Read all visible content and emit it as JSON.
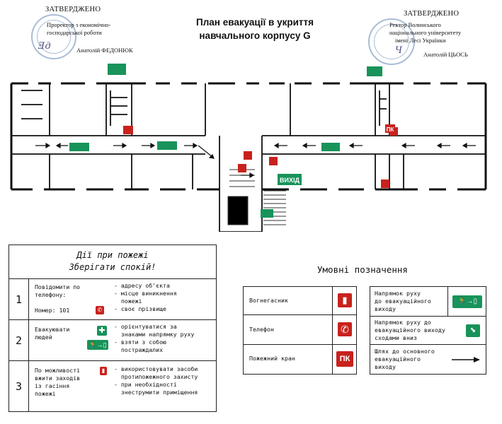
{
  "approval_left": {
    "title": "ЗАТВЕРДЖЕНО",
    "lines": [
      "Проректор з економічно-",
      "господарської роботи",
      "Анатолій ФЕДОНЮК"
    ]
  },
  "approval_right": {
    "title": "ЗАТВЕРДЖЕНО",
    "lines": [
      "Ректор Волинського",
      "національного університету",
      "імені Лесі Українки",
      "Анатолій ЦЬОСЬ"
    ]
  },
  "title": {
    "line1": "План евакуації в укриття",
    "line2": "навчального корпусу G"
  },
  "plan": {
    "exit_label": "ВИХІД",
    "hydrant_label": "ПК"
  },
  "instructions": {
    "header1": "Дії при пожежі",
    "header2": "Зберігати спокій!",
    "rows": [
      {
        "num": "1",
        "desc": [
          "Повідомити по",
          "телефону:",
          "",
          "Номер:  101"
        ],
        "actions": [
          "- адресу об'єкта",
          "- місце виникнення",
          "  пожежі",
          "- своє прізвище"
        ]
      },
      {
        "num": "2",
        "desc": [
          "Евакуювати",
          "людей"
        ],
        "actions": [
          "- орієнтуватися за",
          "  знаками напрямку руху",
          "- взяти з собою",
          "  постраждалих"
        ]
      },
      {
        "num": "3",
        "desc": [
          "По можливості",
          "вжити заходів",
          "із гасіння",
          "пожежі"
        ],
        "actions": [
          "- використовувати засоби",
          "  протипожежного захисту",
          "- при необхідності",
          "  знеструмити приміщення"
        ]
      }
    ]
  },
  "legend": {
    "title": "Умовні позначення",
    "left": [
      {
        "label": "Вогнегасник",
        "icon": "fire-extinguisher-icon"
      },
      {
        "label": "Телефон",
        "icon": "telephone-icon"
      },
      {
        "label": "Пожежний кран",
        "icon": "fire-hydrant-icon",
        "symbol_text": "ПК"
      }
    ],
    "right": [
      {
        "label": [
          "Напрямок руху",
          "до евакуаційного",
          "виходу"
        ],
        "icon": "exit-direction-icon"
      },
      {
        "label": [
          "Напрямок руху до",
          "евакуаційного виходу",
          "сходами вниз"
        ],
        "icon": "stairs-down-exit-icon"
      },
      {
        "label": [
          "Шлях до основного",
          "евакуаційного",
          "виходу"
        ],
        "icon": "arrow-right-icon"
      }
    ]
  },
  "colors": {
    "sign_red": "#c8221d",
    "sign_green": "#18935a",
    "stamp_blue": "#8ca6c9"
  }
}
